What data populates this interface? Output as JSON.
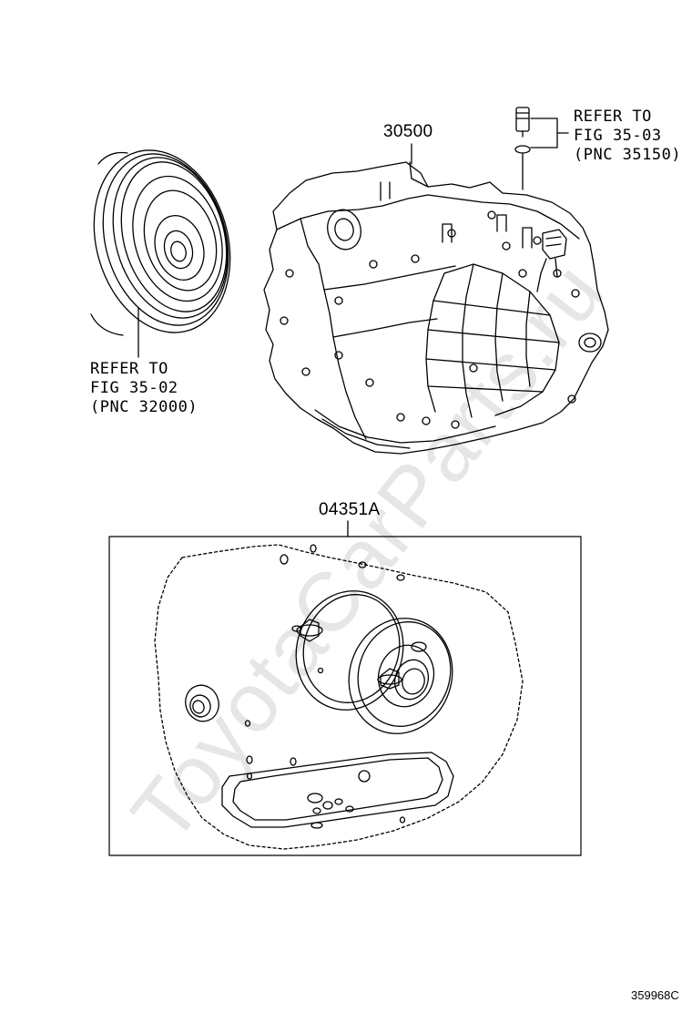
{
  "watermark": "ToyotaCarParts.ru",
  "parts": {
    "transaxle_pn": "30500",
    "gasket_kit_pn": "04351A"
  },
  "refs": {
    "converter": [
      "REFER TO",
      "FIG 35-02",
      "(PNC 32000)"
    ],
    "sensor": [
      "REFER TO",
      "FIG 35-03",
      "(PNC 35150)"
    ]
  },
  "figure_id": "359968C"
}
